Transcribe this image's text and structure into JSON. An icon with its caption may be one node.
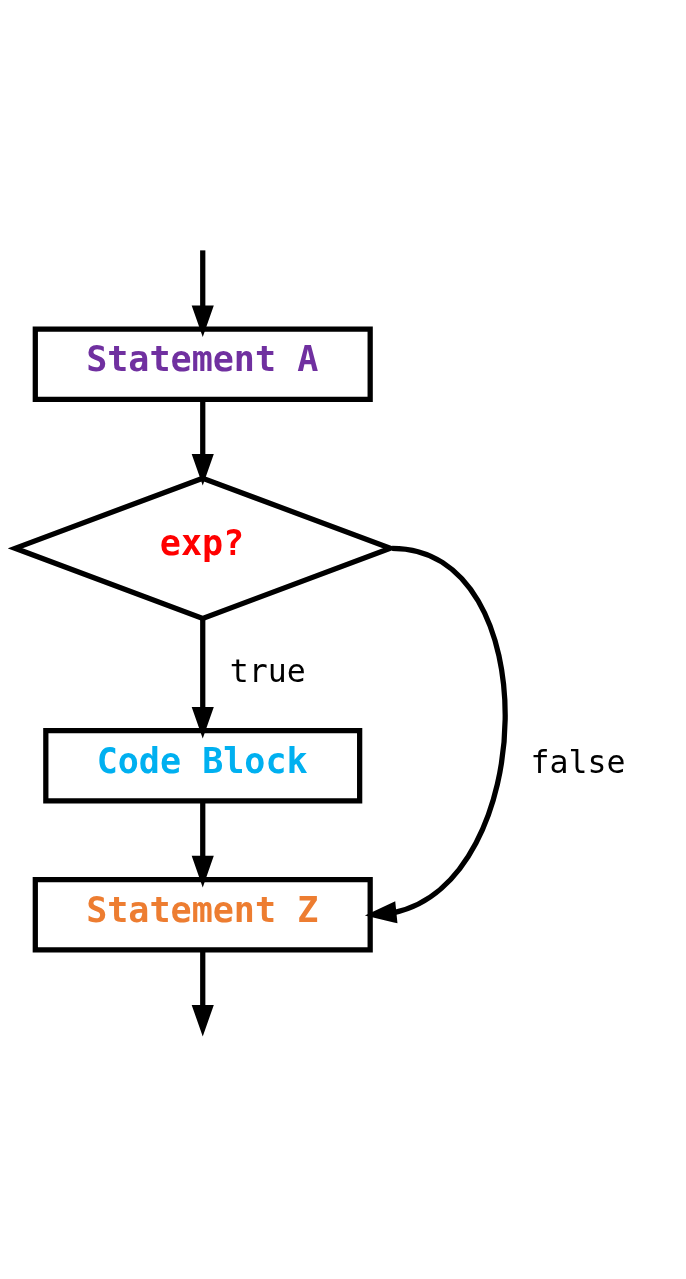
{
  "diagram": {
    "nodes": [
      {
        "text": [
          "Statement A"
        ]
      },
      {
        "text": [
          "exp?"
        ]
      },
      {
        "text": [
          "Code Block"
        ]
      },
      {
        "text": [
          "Statement Z"
        ]
      }
    ],
    "edges": [
      {
        "from": null,
        "to": 0,
        "arrow": "to"
      },
      {
        "from": 0,
        "to": 1,
        "arrow": "to"
      },
      {
        "from": 1,
        "to": 2,
        "arrow": "to",
        "label": "true"
      },
      {
        "from": 1,
        "to": 3,
        "arrow": "to",
        "label": "false"
      },
      {
        "from": 2,
        "to": 3,
        "arrow": "to"
      },
      {
        "from": 3,
        "to": null,
        "arrow": "to"
      }
    ]
  }
}
